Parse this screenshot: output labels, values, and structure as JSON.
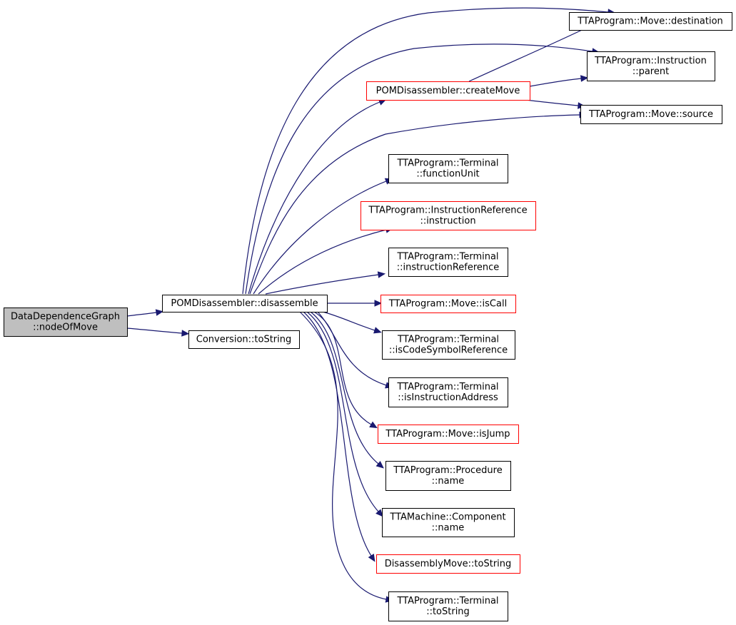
{
  "colors": {
    "edge": "#191970",
    "border_normal": "#000000",
    "border_red": "#ff0000",
    "fill_root": "#bfbfbf",
    "fill_normal": "#ffffff"
  },
  "nodes": [
    {
      "id": "nodeOfMove",
      "kind": "root",
      "lines": [
        "DataDependenceGraph",
        "::nodeOfMove"
      ]
    },
    {
      "id": "disassemble",
      "kind": "normal",
      "lines": [
        "POMDisassembler::disassemble"
      ]
    },
    {
      "id": "conv_toString",
      "kind": "normal",
      "lines": [
        "Conversion::toString"
      ]
    },
    {
      "id": "createMove",
      "kind": "red",
      "lines": [
        "POMDisassembler::createMove"
      ]
    },
    {
      "id": "destination",
      "kind": "normal",
      "lines": [
        "TTAProgram::Move::destination"
      ]
    },
    {
      "id": "instr_parent",
      "kind": "normal",
      "lines": [
        "TTAProgram::Instruction",
        "::parent"
      ]
    },
    {
      "id": "source",
      "kind": "normal",
      "lines": [
        "TTAProgram::Move::source"
      ]
    },
    {
      "id": "functionUnit",
      "kind": "normal",
      "lines": [
        "TTAProgram::Terminal",
        "::functionUnit"
      ]
    },
    {
      "id": "ir_instruction",
      "kind": "red",
      "lines": [
        "TTAProgram::InstructionReference",
        "::instruction"
      ]
    },
    {
      "id": "instructionReference",
      "kind": "normal",
      "lines": [
        "TTAProgram::Terminal",
        "::instructionReference"
      ]
    },
    {
      "id": "isCall",
      "kind": "red",
      "lines": [
        "TTAProgram::Move::isCall"
      ]
    },
    {
      "id": "isCodeSymbolReference",
      "kind": "normal",
      "lines": [
        "TTAProgram::Terminal",
        "::isCodeSymbolReference"
      ]
    },
    {
      "id": "isInstructionAddress",
      "kind": "normal",
      "lines": [
        "TTAProgram::Terminal",
        "::isInstructionAddress"
      ]
    },
    {
      "id": "isJump",
      "kind": "red",
      "lines": [
        "TTAProgram::Move::isJump"
      ]
    },
    {
      "id": "proc_name",
      "kind": "normal",
      "lines": [
        "TTAProgram::Procedure",
        "::name"
      ]
    },
    {
      "id": "comp_name",
      "kind": "normal",
      "lines": [
        "TTAMachine::Component",
        "::name"
      ]
    },
    {
      "id": "dm_toString",
      "kind": "red",
      "lines": [
        "DisassemblyMove::toString"
      ]
    },
    {
      "id": "term_toString",
      "kind": "normal",
      "lines": [
        "TTAProgram::Terminal",
        "::toString"
      ]
    }
  ],
  "edges": [
    {
      "from": "nodeOfMove",
      "to": "disassemble"
    },
    {
      "from": "nodeOfMove",
      "to": "conv_toString"
    },
    {
      "from": "disassemble",
      "to": "createMove"
    },
    {
      "from": "disassemble",
      "to": "destination"
    },
    {
      "from": "disassemble",
      "to": "instr_parent"
    },
    {
      "from": "disassemble",
      "to": "source"
    },
    {
      "from": "disassemble",
      "to": "functionUnit"
    },
    {
      "from": "disassemble",
      "to": "ir_instruction"
    },
    {
      "from": "disassemble",
      "to": "instructionReference"
    },
    {
      "from": "disassemble",
      "to": "isCall"
    },
    {
      "from": "disassemble",
      "to": "isCodeSymbolReference"
    },
    {
      "from": "disassemble",
      "to": "isInstructionAddress"
    },
    {
      "from": "disassemble",
      "to": "isJump"
    },
    {
      "from": "disassemble",
      "to": "proc_name"
    },
    {
      "from": "disassemble",
      "to": "comp_name"
    },
    {
      "from": "disassemble",
      "to": "dm_toString"
    },
    {
      "from": "disassemble",
      "to": "term_toString"
    },
    {
      "from": "createMove",
      "to": "destination"
    },
    {
      "from": "createMove",
      "to": "instr_parent"
    },
    {
      "from": "createMove",
      "to": "source"
    }
  ]
}
